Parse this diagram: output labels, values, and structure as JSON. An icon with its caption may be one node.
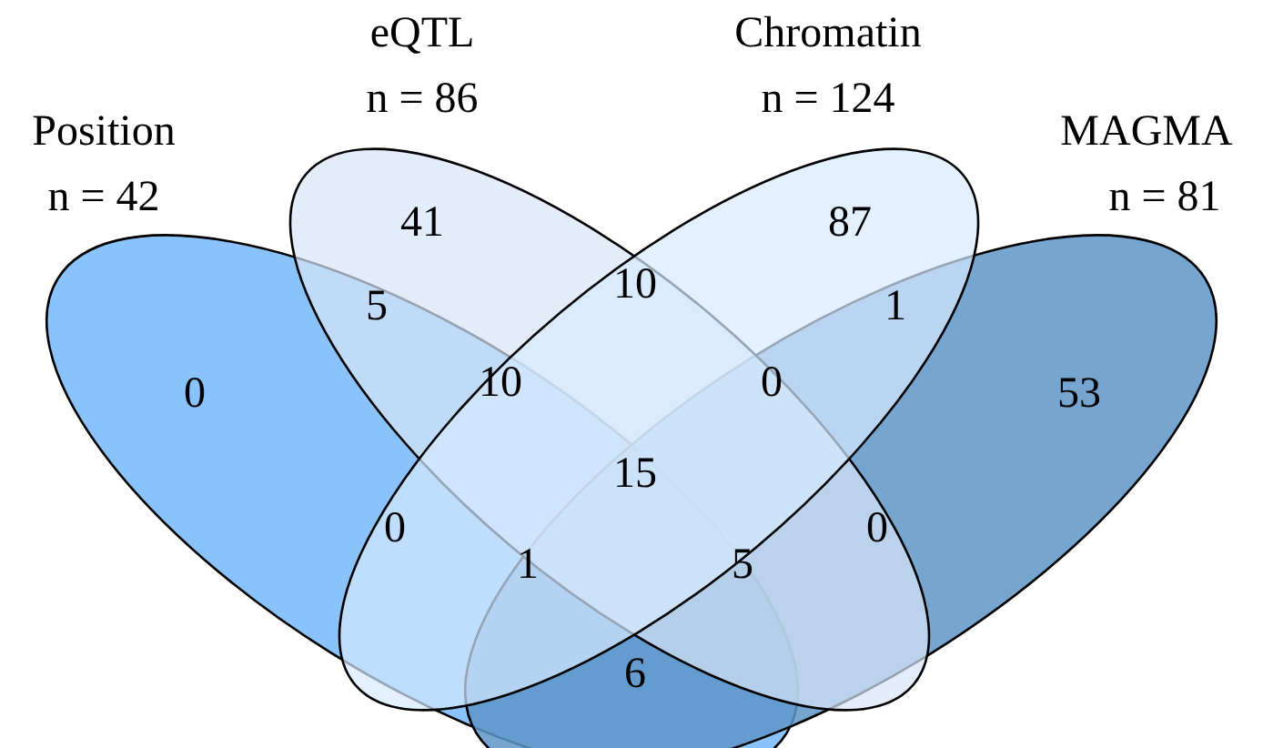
{
  "diagram": {
    "nodes": [
      {
        "text": [
          "Position",
          "n = 42"
        ]
      },
      {
        "text": [
          "eQTL",
          "n = 86"
        ]
      },
      {
        "text": [
          "Chromatin",
          "n = 124"
        ]
      },
      {
        "text": [
          "MAGMA",
          "n = 81"
        ]
      }
    ],
    "labels": [
      "41",
      "87",
      "10",
      "5",
      "1",
      "0",
      "10",
      "0",
      "53",
      "15",
      "0",
      "0",
      "1",
      "5",
      "6"
    ]
  }
}
